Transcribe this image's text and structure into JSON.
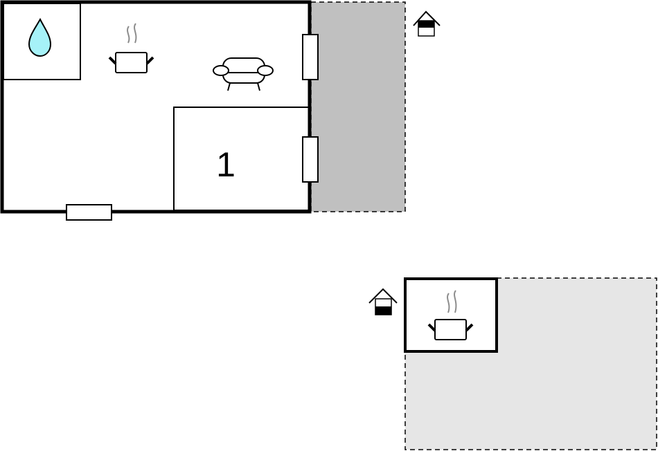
{
  "floorplan": {
    "rooms": [
      {
        "id": "bathroom",
        "icon": "water-drop-icon"
      },
      {
        "id": "kitchen-living",
        "icons": [
          "cooking-pot-icon",
          "sofa-icon"
        ]
      },
      {
        "id": "bedroom",
        "label": "1"
      },
      {
        "id": "annex-kitchen",
        "icon": "cooking-pot-icon"
      }
    ],
    "bedroom_label": "1",
    "colors": {
      "wall": "#000000",
      "terrace": "#c0c0c0",
      "outdoor_area": "#e6e6e6",
      "water_drop": "#a6f2f8",
      "steam": "#8c8c8c"
    },
    "entrance_icons": [
      "entrance-house-icon",
      "entrance-house-icon"
    ]
  }
}
